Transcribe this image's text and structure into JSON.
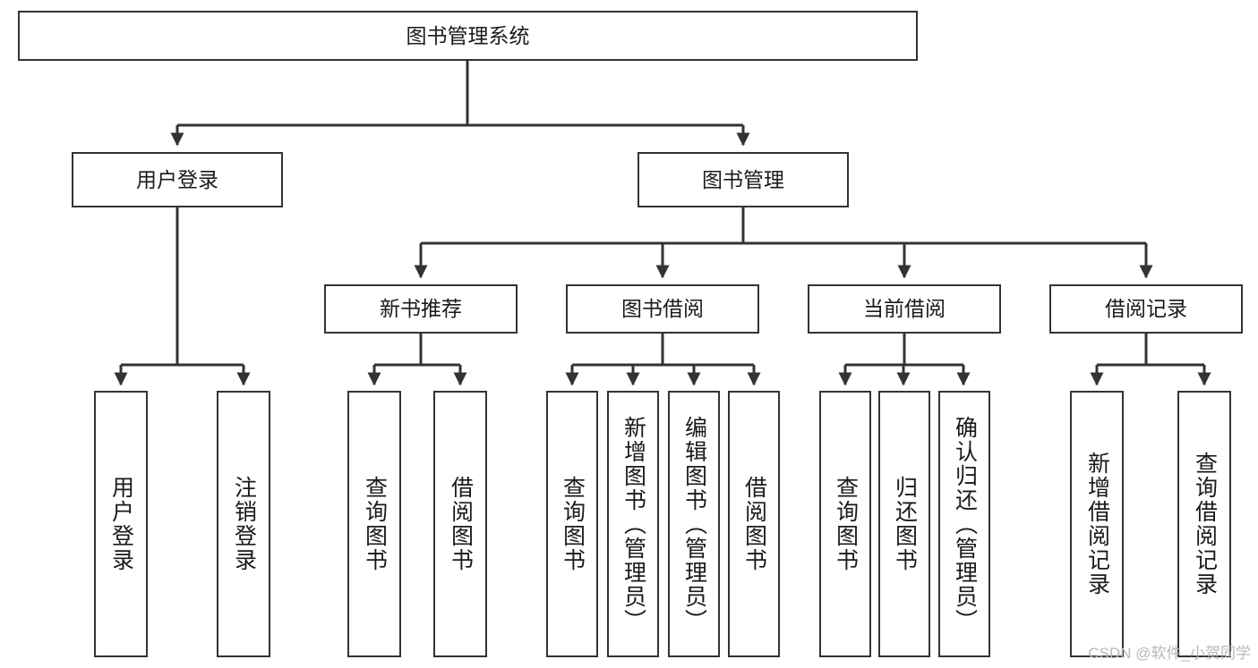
{
  "diagram": {
    "title": "图书管理系统",
    "watermark": "CSDN @软件_小贺同学",
    "stroke_color": "#333333",
    "background_color": "#ffffff",
    "text_color": "#1a1a1a",
    "watermark_color": "#b8b8b8",
    "levels": {
      "root": {
        "label": "图书管理系统"
      },
      "level2": [
        {
          "label": "用户登录"
        },
        {
          "label": "图书管理"
        }
      ],
      "level3": [
        {
          "label": "新书推荐"
        },
        {
          "label": "图书借阅"
        },
        {
          "label": "当前借阅"
        },
        {
          "label": "借阅记录"
        }
      ],
      "leaves": [
        {
          "label": "用户登录",
          "parent": "用户登录"
        },
        {
          "label": "注销登录",
          "parent": "用户登录"
        },
        {
          "label": "查询图书",
          "parent": "新书推荐"
        },
        {
          "label": "借阅图书",
          "parent": "新书推荐"
        },
        {
          "label": "查询图书",
          "parent": "图书借阅"
        },
        {
          "label": "新增图书（管理员）",
          "parent": "图书借阅"
        },
        {
          "label": "编辑图书（管理员）",
          "parent": "图书借阅"
        },
        {
          "label": "借阅图书",
          "parent": "图书借阅"
        },
        {
          "label": "查询图书",
          "parent": "当前借阅"
        },
        {
          "label": "归还图书",
          "parent": "当前借阅"
        },
        {
          "label": "确认归还（管理员）",
          "parent": "当前借阅"
        },
        {
          "label": "新增借阅记录",
          "parent": "借阅记录"
        },
        {
          "label": "查询借阅记录",
          "parent": "借阅记录"
        }
      ]
    }
  }
}
